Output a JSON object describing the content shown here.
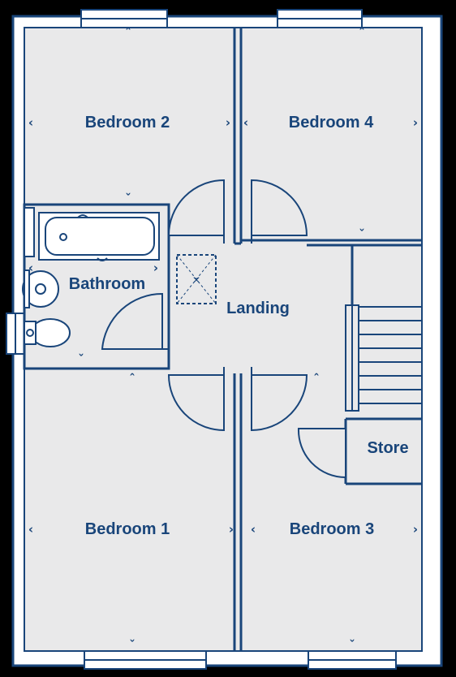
{
  "colors": {
    "wall": "#19457a",
    "floor": "#e9e9ea",
    "background": "#000000",
    "text": "#19457a"
  },
  "rooms": {
    "bedroom2": "Bedroom 2",
    "bedroom4": "Bedroom 4",
    "bathroom": "Bathroom",
    "landing": "Landing",
    "store": "Store",
    "bedroom1": "Bedroom 1",
    "bedroom3": "Bedroom 3"
  },
  "icons": {
    "dimension_left": "‹",
    "dimension_right": "›",
    "dimension_up": "ˆ",
    "dimension_down": "ˇ",
    "loft_hatch": "×"
  }
}
